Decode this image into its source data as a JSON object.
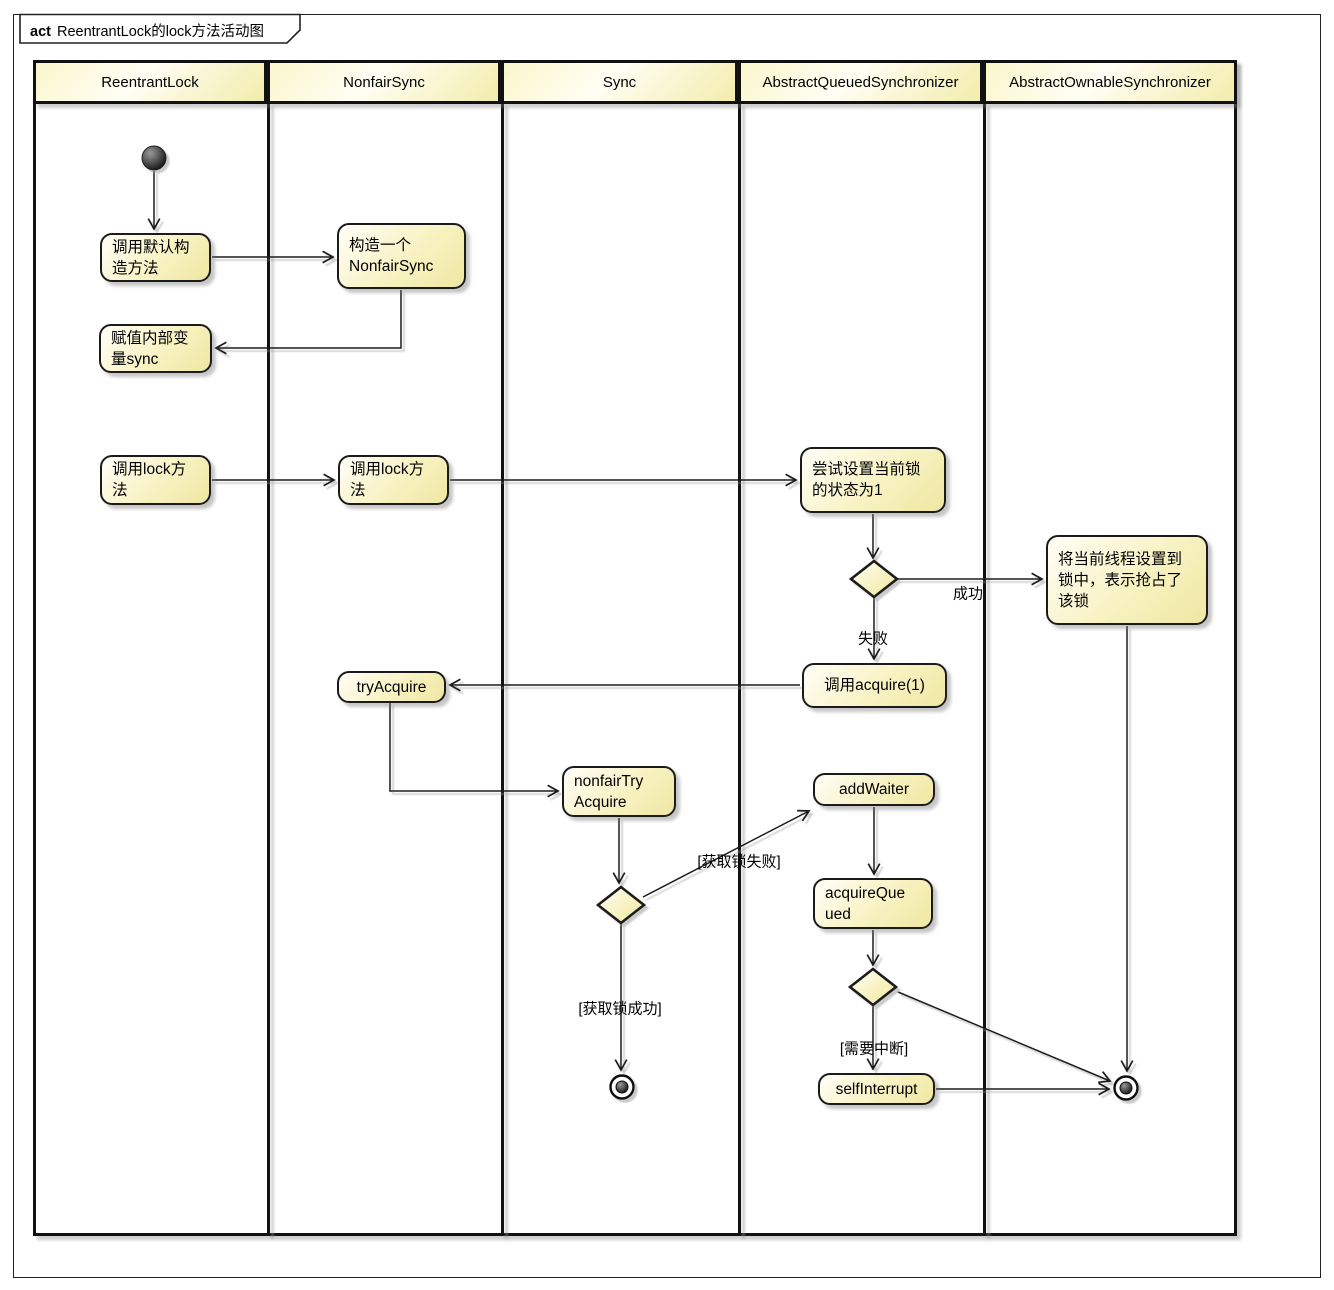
{
  "frame": {
    "tab_keyword": "act",
    "tab_title": "ReentrantLock的lock方法活动图"
  },
  "lanes": [
    {
      "label": "ReentrantLock"
    },
    {
      "label": "NonfairSync"
    },
    {
      "label": "Sync"
    },
    {
      "label": "AbstractQueuedSynchronizer"
    },
    {
      "label": "AbstractOwnableSynchronizer"
    }
  ],
  "nodes": {
    "call_default_constructor": {
      "text": "调用默认构\n造方法",
      "lane": "ReentrantLock"
    },
    "construct_nonfairsync": {
      "text": "构造一个\nNonfairSync",
      "lane": "NonfairSync"
    },
    "assign_sync_field": {
      "text": "赋值内部变\n量sync",
      "lane": "ReentrantLock"
    },
    "call_lock_reentrantlock": {
      "text": "调用lock方\n法",
      "lane": "ReentrantLock"
    },
    "call_lock_nonfairsync": {
      "text": "调用lock方\n法",
      "lane": "NonfairSync"
    },
    "try_set_state": {
      "text": "尝试设置当前锁\n的状态为1",
      "lane": "AbstractQueuedSynchronizer"
    },
    "set_owner_thread": {
      "text": "将当前线程设置到\n锁中，表示抢占了\n该锁",
      "lane": "AbstractOwnableSynchronizer"
    },
    "call_acquire": {
      "text": "调用acquire(1)",
      "lane": "AbstractQueuedSynchronizer"
    },
    "try_acquire": {
      "text": "tryAcquire",
      "lane": "NonfairSync"
    },
    "nonfair_try_acquire": {
      "text": "nonfairTry\nAcquire",
      "lane": "Sync"
    },
    "add_waiter": {
      "text": "addWaiter",
      "lane": "AbstractQueuedSynchronizer"
    },
    "acquire_queued": {
      "text": "acquireQue\nued",
      "lane": "AbstractQueuedSynchronizer"
    },
    "self_interrupt": {
      "text": "selfInterrupt",
      "lane": "AbstractQueuedSynchronizer"
    }
  },
  "edge_labels": {
    "success": "成功",
    "failure": "失败",
    "lock_failed": "[获取锁失败]",
    "lock_succeeded": "[获取锁成功]",
    "need_interrupt": "[需要中断]"
  },
  "colors": {
    "node_fill_light": "#fffef7",
    "node_fill_dark": "#efe7a2",
    "node_border": "#1b1b1b",
    "shadow": "#9e9e9e"
  }
}
